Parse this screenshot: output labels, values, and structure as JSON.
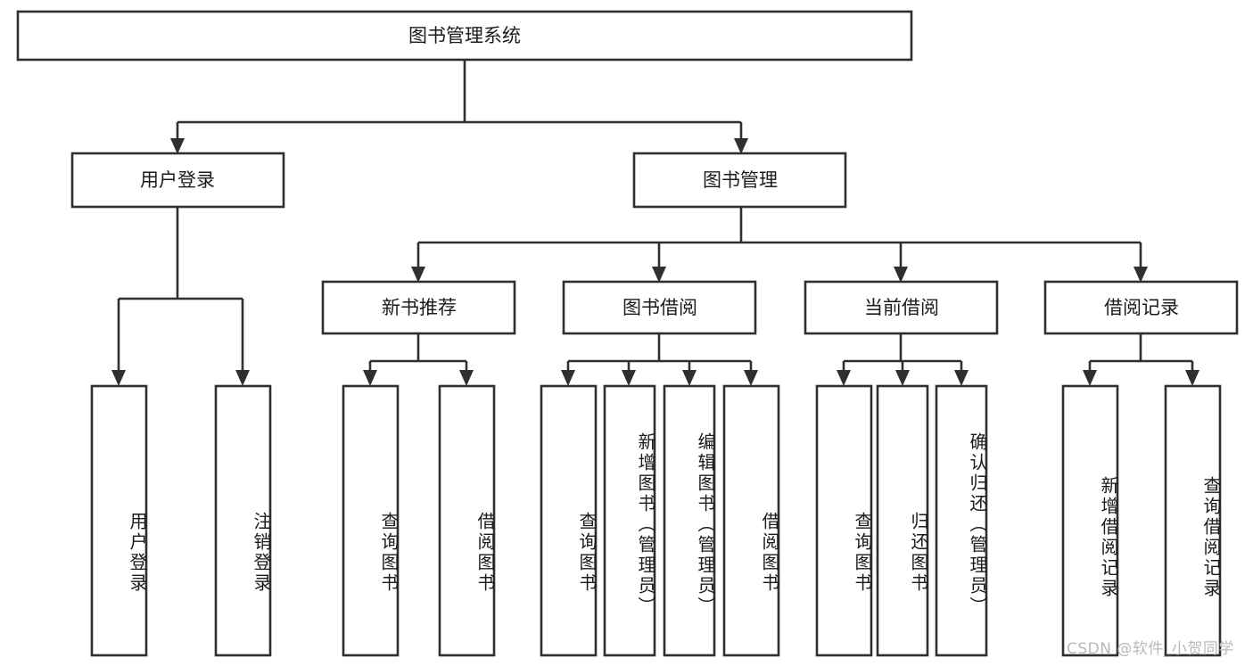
{
  "diagram": {
    "type": "tree",
    "title": "图书管理系统",
    "watermark": "CSDN @软件_小贺同学",
    "colors": {
      "box_stroke": "#2f2f2f",
      "box_fill": "#ffffff",
      "text": "#1b1b1b",
      "background": "#ffffff",
      "watermark": "#b9b9b9"
    },
    "nodes": {
      "root": {
        "label": "图书管理系统"
      },
      "l1": [
        {
          "id": "user_login",
          "label": "用户登录"
        },
        {
          "id": "book_manage",
          "label": "图书管理"
        }
      ],
      "l2": [
        {
          "id": "new_book_rec",
          "label": "新书推荐"
        },
        {
          "id": "book_borrow",
          "label": "图书借阅"
        },
        {
          "id": "current_borrow",
          "label": "当前借阅"
        },
        {
          "id": "borrow_record",
          "label": "借阅记录"
        }
      ],
      "leaves": {
        "user_login": [
          {
            "id": "leaf_user_login",
            "label": "用户登录"
          },
          {
            "id": "leaf_logout",
            "label": "注销登录"
          }
        ],
        "new_book_rec": [
          {
            "id": "leaf_query_book_1",
            "label": "查询图书"
          },
          {
            "id": "leaf_borrow_book_1",
            "label": "借阅图书"
          }
        ],
        "book_borrow": [
          {
            "id": "leaf_query_book_2",
            "label": "查询图书"
          },
          {
            "id": "leaf_add_book",
            "label": "新增图书（管理员）"
          },
          {
            "id": "leaf_edit_book",
            "label": "编辑图书（管理员）"
          },
          {
            "id": "leaf_borrow_book_2",
            "label": "借阅图书"
          }
        ],
        "current_borrow": [
          {
            "id": "leaf_query_book_3",
            "label": "查询图书"
          },
          {
            "id": "leaf_return_book",
            "label": "归还图书"
          },
          {
            "id": "leaf_confirm_return",
            "label": "确认归还（管理员）"
          }
        ],
        "borrow_record": [
          {
            "id": "leaf_add_record",
            "label": "新增借阅记录"
          },
          {
            "id": "leaf_query_record",
            "label": "查询借阅记录"
          }
        ]
      }
    }
  }
}
